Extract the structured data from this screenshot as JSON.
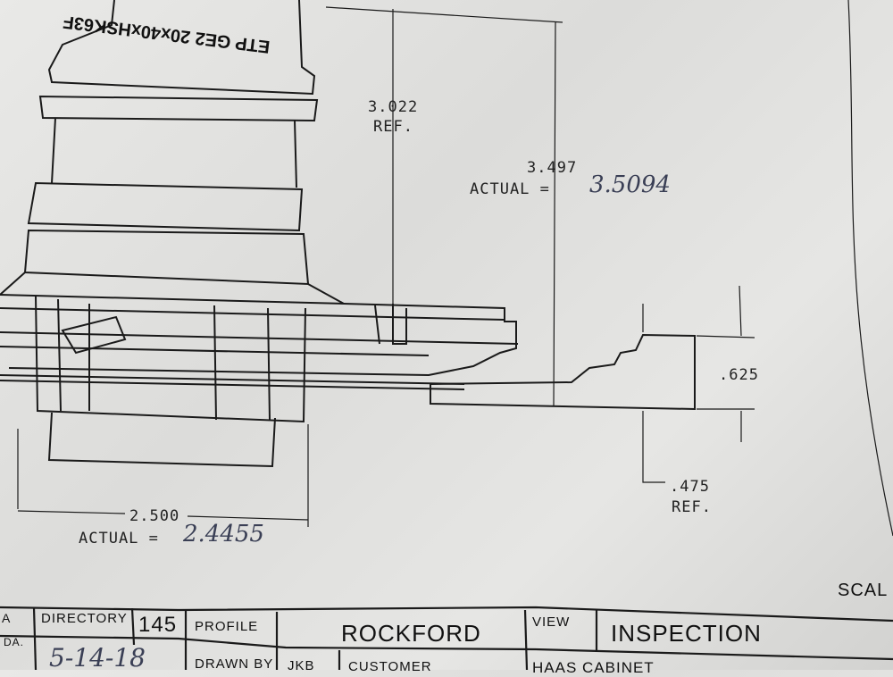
{
  "tool_label": "ETP GE2 20x40xHSK63F",
  "dimensions": {
    "d1": {
      "value": "3.022",
      "note": "REF."
    },
    "d2": {
      "value": "3.497",
      "actual_label": "ACTUAL =",
      "actual": "3.5094"
    },
    "d3": {
      "value": ".625"
    },
    "d4": {
      "value": ".475",
      "note": "REF."
    },
    "d5": {
      "value": "2.500",
      "actual_label": "ACTUAL =",
      "actual": "2.4455"
    }
  },
  "title_block": {
    "scale_label": "SCAL",
    "directory_label": "DIRECTORY",
    "directory_value": "145",
    "profile_label": "PROFILE",
    "profile_value": "ROCKFORD",
    "view_label": "VIEW",
    "view_value": "INSPECTION",
    "date_label": "DA.",
    "date_value": "5-14-18",
    "drawn_by_label": "DRAWN BY",
    "drawn_by_value": "JKB",
    "customer_label": "CUSTOMER",
    "customer_value": "HAAS CABINET",
    "corner_letter": "A"
  }
}
